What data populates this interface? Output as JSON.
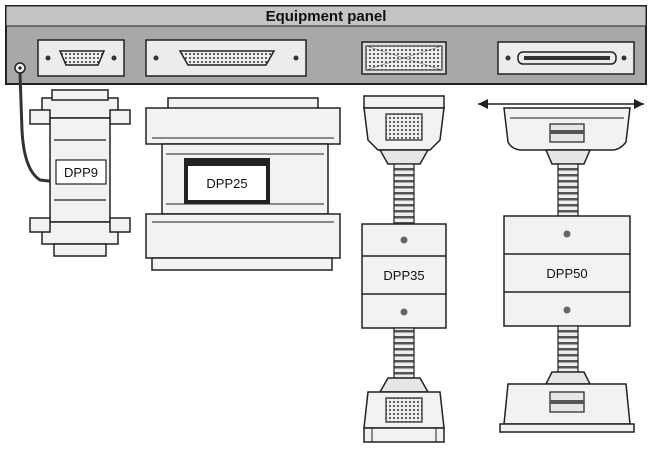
{
  "panel": {
    "title": "Equipment panel"
  },
  "adapters": [
    {
      "label": "DPP9"
    },
    {
      "label": "DPP25"
    },
    {
      "label": "DPP35"
    },
    {
      "label": "DPP50"
    }
  ],
  "colors": {
    "panel_fill": "#a8a8a8",
    "box_fill": "#d9d9d9",
    "body_fill": "#f2f2f2",
    "stroke": "#222222",
    "dark": "#444444"
  }
}
